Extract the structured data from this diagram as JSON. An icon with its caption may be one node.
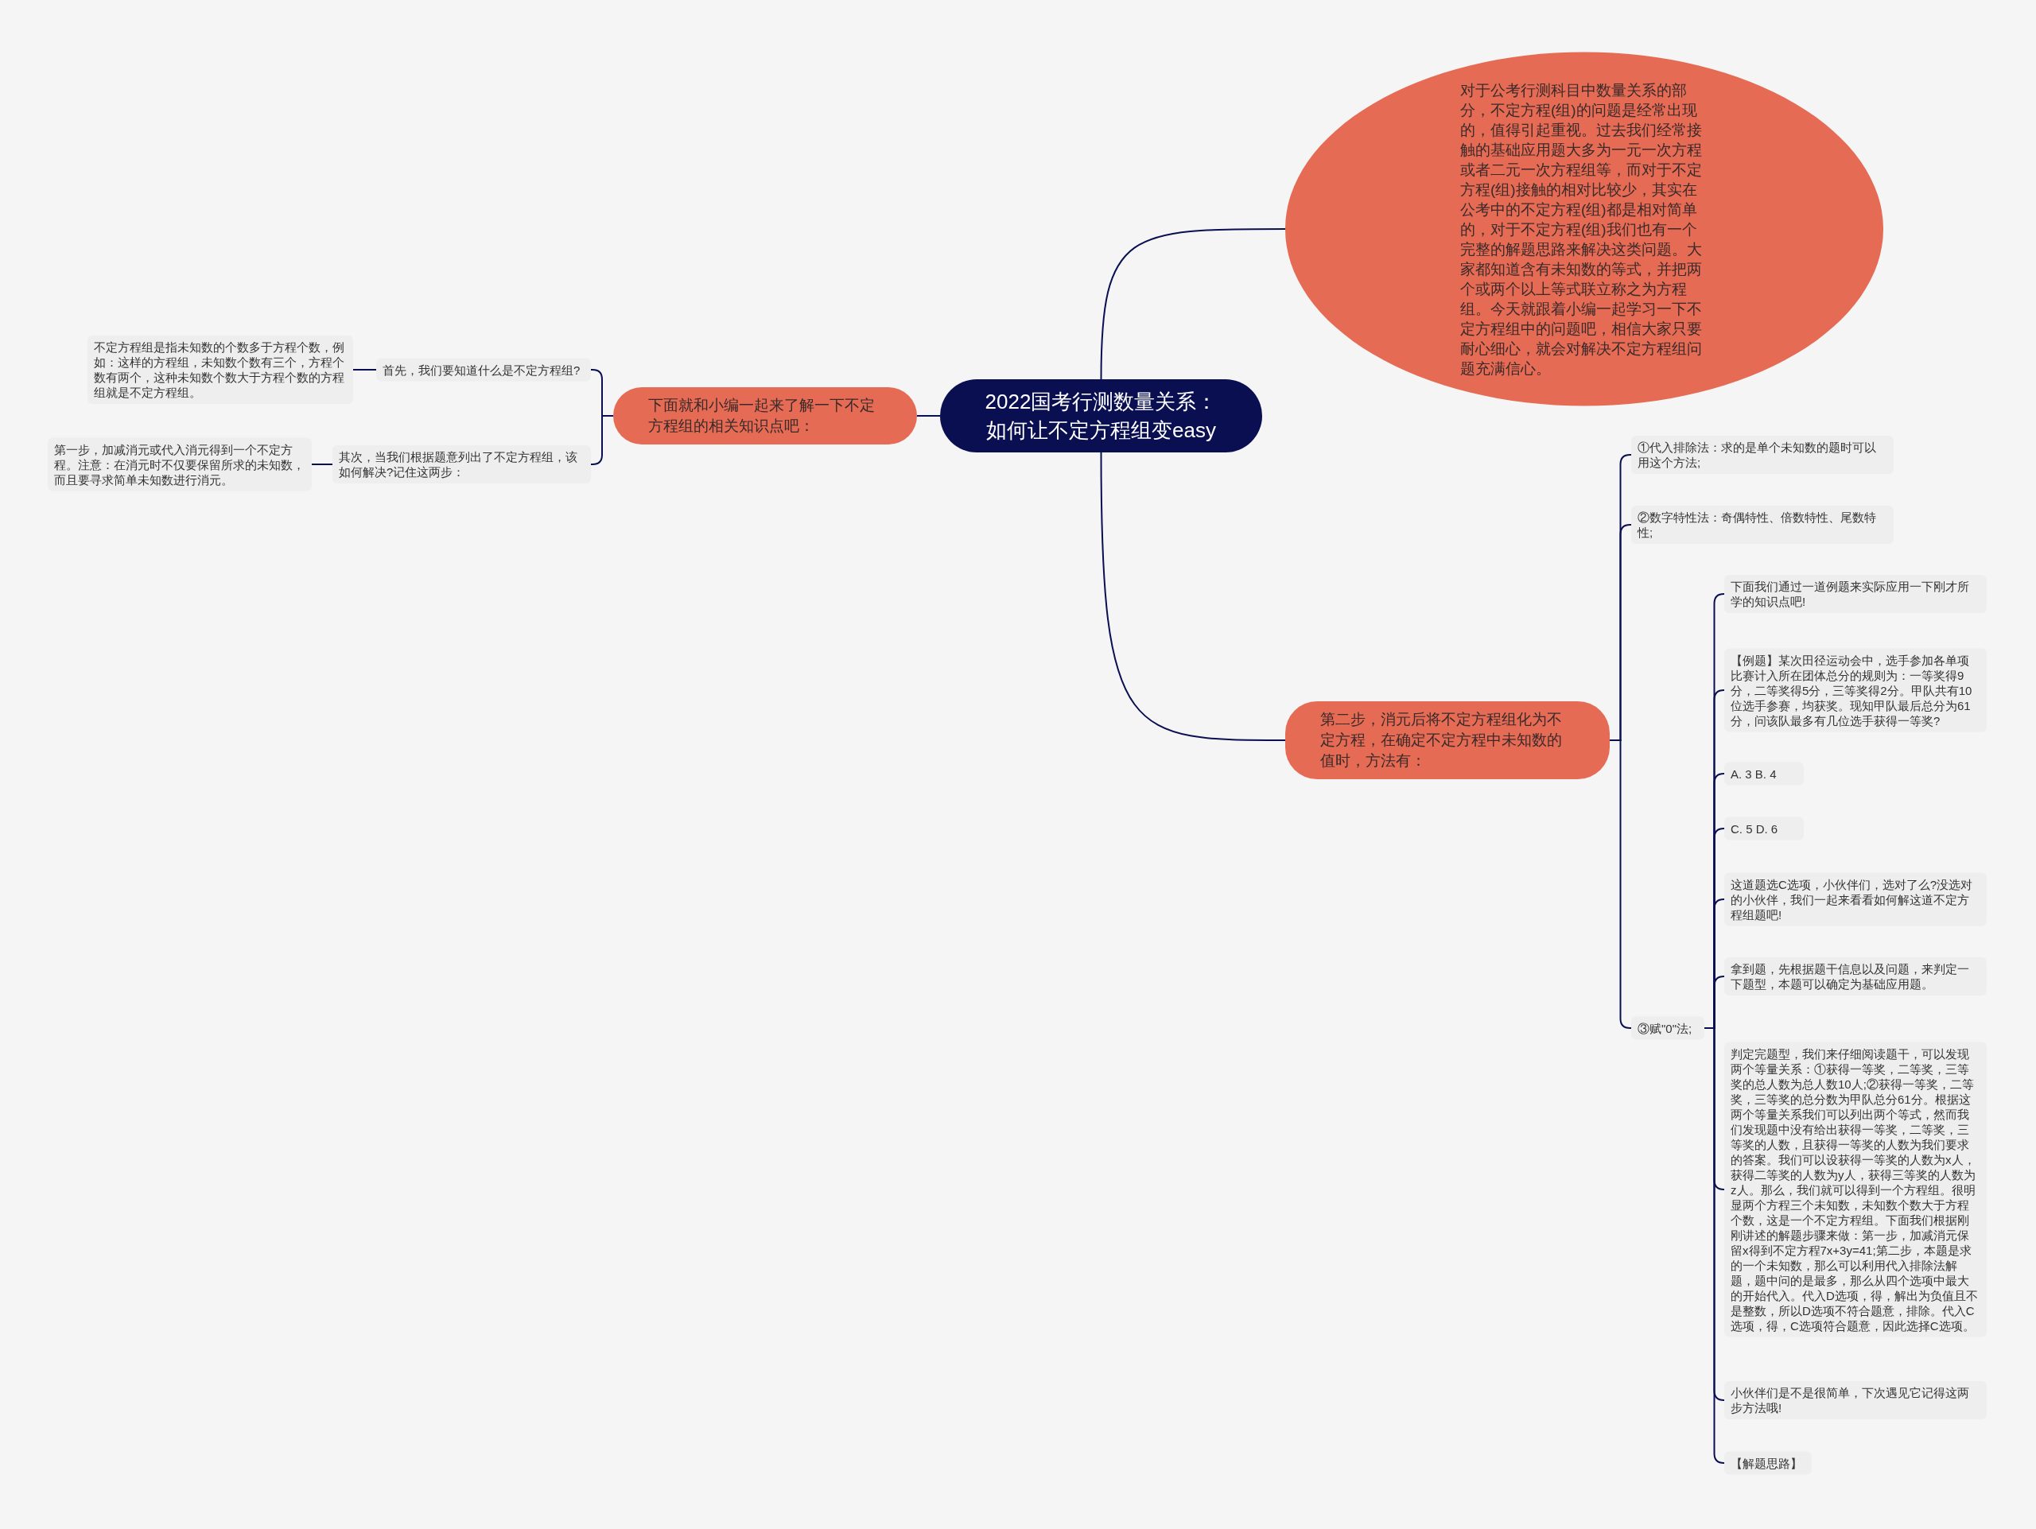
{
  "diagram": {
    "nodes": [
      {
        "text": [
          "2022国考行测数量关系：如何让不定方程组变easy"
        ]
      },
      {
        "text": [
          "对于公考行测科目中数量关系的部分，不定方程(组)的问题是经常出现的，值得引起重视。过去我们经常接触的基础应用题大多为一元一次方程或者二元一次方程组等，而对于不定方程(组)接触的相对比较少，其实在公考中的不定方程(组)都是相对简单的，对于不定方程(组)我们也有一个完整的解题思路来解决这类问题。大家都知道含有未知数的等式，并把两个或两个以上等式联立称之为方程组。今天就跟着小编一起学习一下不定方程组中的问题吧，相信大家只要耐心细心，就会对解决不定方程组问题充满信心。"
        ]
      },
      {
        "text": [
          "下面就和小编一起来了解一下不定方程组的相关知识点吧："
        ]
      },
      {
        "text": [
          "首先，我们要知道什么是不定方程组?"
        ]
      },
      {
        "text": [
          "不定方程组是指未知数的个数多于方程个数，例如：这样的方程组，未知数个数有三个，方程个数有两个，这种未知数个数大于方程个数的方程组就是不定方程组。"
        ]
      },
      {
        "text": [
          "其次，当我们根据题意列出了不定方程组，该如何解决?记住这两步："
        ]
      },
      {
        "text": [
          "第一步，加减消元或代入消元得到一个不定方程。注意：在消元时不仅要保留所求的未知数，而且要寻求简单未知数进行消元。"
        ]
      },
      {
        "text": [
          "第二步，消元后将不定方程组化为不定方程，在确定不定方程中未知数的值时，方法有："
        ]
      },
      {
        "text": [
          "①代入排除法：求的是单个未知数的题时可以用这个方法;"
        ]
      },
      {
        "text": [
          "②数字特性法：奇偶特性、倍数特性、尾数特性;"
        ]
      },
      {
        "text": [
          "③赋\"0\"法;"
        ]
      },
      {
        "text": [
          "下面我们通过一道例题来实际应用一下刚才所学的知识点吧!"
        ]
      },
      {
        "text": [
          "【例题】某次田径运动会中，选手参加各单项比赛计入所在团体总分的规则为：一等奖得9分，二等奖得5分，三等奖得2分。甲队共有10位选手参赛，均获奖。现知甲队最后总分为61分，问该队最多有几位选手获得一等奖?"
        ]
      },
      {
        "text": [
          "A. 3 B. 4"
        ]
      },
      {
        "text": [
          "C. 5 D. 6"
        ]
      },
      {
        "text": [
          "这道题选C选项，小伙伴们，选对了么?没选对的小伙伴，我们一起来看看如何解这道不定方程组题吧!"
        ]
      },
      {
        "text": [
          "拿到题，先根据题干信息以及问题，来判定一下题型，本题可以确定为基础应用题。"
        ]
      },
      {
        "text": [
          "判定完题型，我们来仔细阅读题干，可以发现两个等量关系：①获得一等奖，二等奖，三等奖的总人数为总人数10人;②获得一等奖，二等奖，三等奖的总分数为甲队总分61分。根据这两个等量关系我们可以列出两个等式，然而我们发现题中没有给出获得一等奖，二等奖，三等奖的人数，且获得一等奖的人数为我们要求的答案。我们可以设获得一等奖的人数为x人，获得二等奖的人数为y人，获得三等奖的人数为z人。那么，我们就可以得到一个方程组。很明显两个方程三个未知数，未知数个数大于方程个数，这是一个不定方程组。下面我们根据刚刚讲述的解题步骤来做：第一步，加减消元保留x得到不定方程7x+3y=41;第二步，本题是求的一个未知数，那么可以利用代入排除法解题，题中问的是最多，那么从四个选项中最大的开始代入。代入D选项，得，解出为负值且不是整数，所以D选项不符合题意，排除。代入C选项，得，C选项符合题意，因此选择C选项。"
        ]
      },
      {
        "text": [
          "小伙伴们是不是很简单，下次遇见它记得这两步方法哦!"
        ]
      },
      {
        "text": [
          "【解题思路】"
        ]
      }
    ],
    "edges": [
      {
        "from": 0,
        "to": 1,
        "arrow": "none"
      },
      {
        "from": 0,
        "to": 2,
        "arrow": "none"
      },
      {
        "from": 0,
        "to": 7,
        "arrow": "none"
      },
      {
        "from": 2,
        "to": 3,
        "arrow": "none"
      },
      {
        "from": 2,
        "to": 5,
        "arrow": "none"
      },
      {
        "from": 3,
        "to": 4,
        "arrow": "none"
      },
      {
        "from": 5,
        "to": 6,
        "arrow": "none"
      },
      {
        "from": 7,
        "to": 8,
        "arrow": "none"
      },
      {
        "from": 7,
        "to": 9,
        "arrow": "none"
      },
      {
        "from": 7,
        "to": 10,
        "arrow": "none"
      },
      {
        "from": 10,
        "to": 11,
        "arrow": "none"
      },
      {
        "from": 10,
        "to": 12,
        "arrow": "none"
      },
      {
        "from": 10,
        "to": 13,
        "arrow": "none"
      },
      {
        "from": 10,
        "to": 14,
        "arrow": "none"
      },
      {
        "from": 10,
        "to": 15,
        "arrow": "none"
      },
      {
        "from": 10,
        "to": 16,
        "arrow": "none"
      },
      {
        "from": 10,
        "to": 17,
        "arrow": "none"
      },
      {
        "from": 10,
        "to": 18,
        "arrow": "none"
      },
      {
        "from": 10,
        "to": 19,
        "arrow": "none"
      }
    ]
  }
}
